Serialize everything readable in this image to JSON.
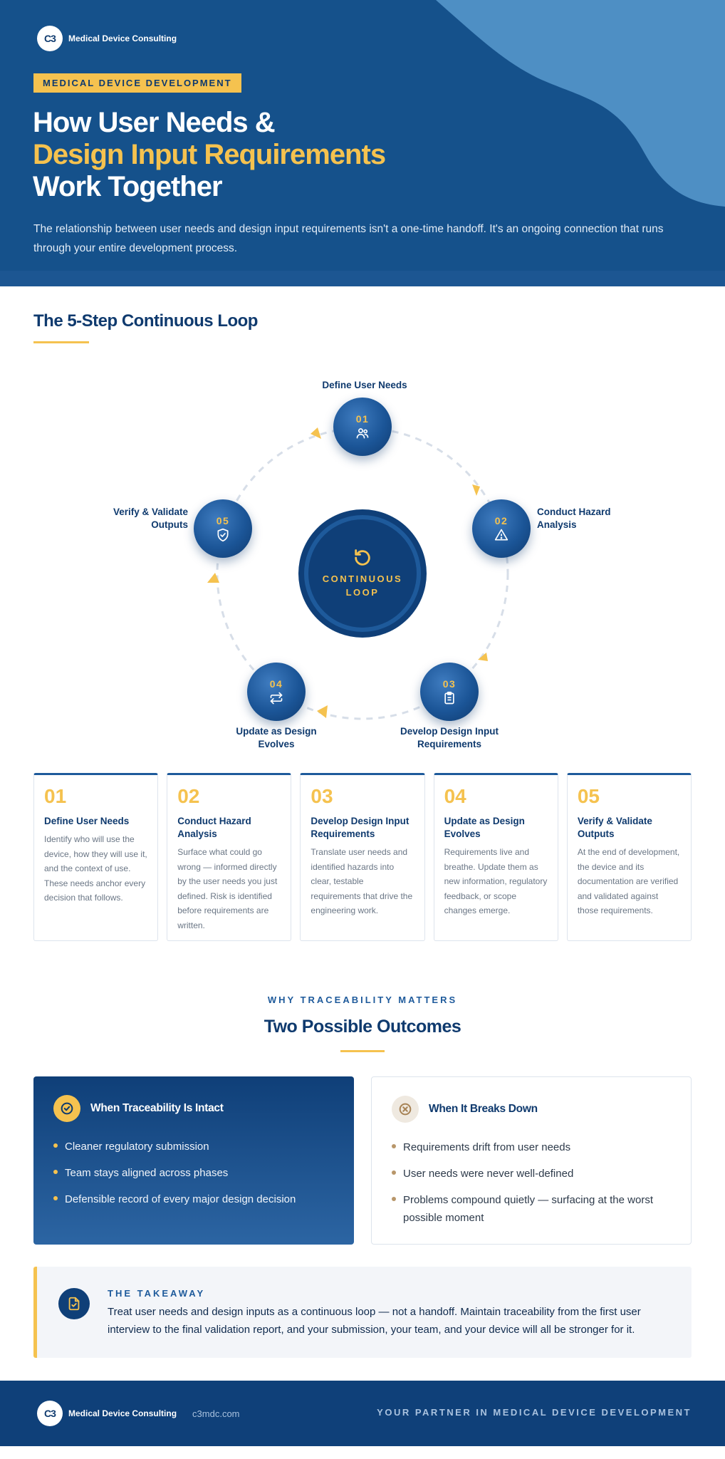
{
  "brand": {
    "logo_text": "C3",
    "name": "Medical Device Consulting",
    "site": "c3mdc.com"
  },
  "hero": {
    "tag": "MEDICAL DEVICE DEVELOPMENT",
    "title_line1": "How User Needs &",
    "title_line2": "Design Input Requirements",
    "title_line3": "Work Together",
    "intro": "The relationship between user needs and design input requirements isn't a one-time handoff. It's an ongoing connection that runs through your entire development process."
  },
  "loop_section": {
    "title": "The 5-Step Continuous Loop",
    "center_text": "CONTINUOUS LOOP",
    "nodes": [
      {
        "num": "01",
        "label": "Define User Needs",
        "icon": "users-icon"
      },
      {
        "num": "02",
        "label": "Conduct Hazard Analysis",
        "icon": "warning-icon"
      },
      {
        "num": "03",
        "label": "Develop Design Input Requirements",
        "icon": "clipboard-icon"
      },
      {
        "num": "04",
        "label": "Update as Design Evolves",
        "icon": "refresh-arrows-icon"
      },
      {
        "num": "05",
        "label": "Verify & Validate Outputs",
        "icon": "shield-check-icon"
      }
    ]
  },
  "steps": [
    {
      "num": "01",
      "title": "Define User Needs",
      "text": "Identify who will use the device, how they will use it, and the context of use. These needs anchor every decision that follows."
    },
    {
      "num": "02",
      "title": "Conduct Hazard Analysis",
      "text": "Surface what could go wrong — informed directly by the user needs you just defined. Risk is identified before requirements are written."
    },
    {
      "num": "03",
      "title": "Develop Design Input Requirements",
      "text": "Translate user needs and identified hazards into clear, testable requirements that drive the engineering work."
    },
    {
      "num": "04",
      "title": "Update as Design Evolves",
      "text": "Requirements live and breathe. Update them as new information, regulatory feedback, or scope changes emerge."
    },
    {
      "num": "05",
      "title": "Verify & Validate Outputs",
      "text": "At the end of development, the device and its documentation are verified and validated against those requirements."
    }
  ],
  "outcomes": {
    "kicker": "WHY TRACEABILITY MATTERS",
    "title": "Two Possible Outcomes",
    "good": {
      "heading": "When Traceability Is Intact",
      "icon": "check-circle-icon",
      "items": [
        "Cleaner regulatory submission",
        "Team stays aligned across phases",
        "Defensible record of every major design decision"
      ]
    },
    "bad": {
      "heading": "When It Breaks Down",
      "icon": "x-circle-icon",
      "items": [
        "Requirements drift from user needs",
        "User needs were never well-defined",
        "Problems compound quietly — surfacing at the worst possible moment"
      ]
    }
  },
  "takeaway": {
    "label": "THE TAKEAWAY",
    "text": "Treat user needs and design inputs as a continuous loop — not a handoff. Maintain traceability from the first user interview to the final validation report, and your submission, your team, and your device will all be stronger for it."
  },
  "footer": {
    "tagline": "YOUR PARTNER IN MEDICAL DEVICE DEVELOPMENT"
  },
  "colors": {
    "navy": "#0f3a6e",
    "blue": "#1e5a9b",
    "gold": "#f5c24f",
    "light_blue": "#4e8fc4"
  }
}
